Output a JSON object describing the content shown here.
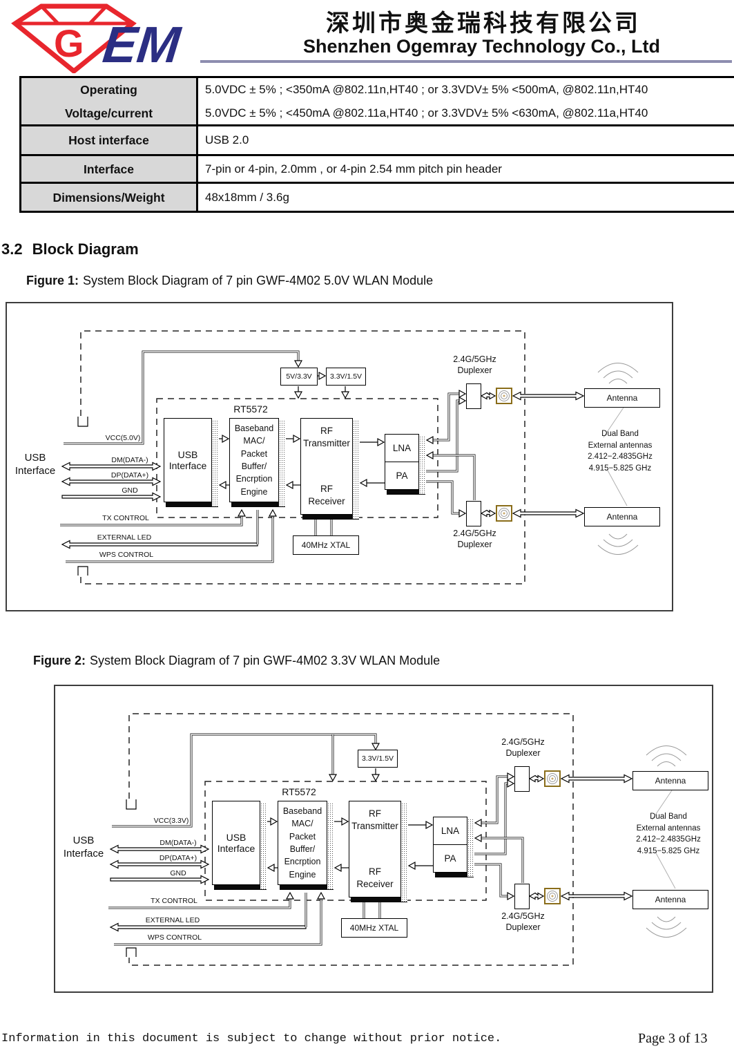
{
  "header": {
    "logo": {
      "gem_letter": "G",
      "brand": "EM"
    },
    "company_cn": "深圳市奥金瑞科技有限公司",
    "company_en": "Shenzhen Ogemray Technology Co., Ltd"
  },
  "spec_table": {
    "rows": [
      {
        "label_lines": [
          "Operating",
          "Voltage/current"
        ],
        "value_lines": [
          "5.0VDC ± 5% ; <350mA @802.11n,HT40 ; or 3.3VDV± 5% <500mA, @802.11n,HT40",
          "5.0VDC ± 5% ; <450mA @802.11a,HT40 ; or 3.3VDV± 5% <630mA, @802.11a,HT40"
        ]
      },
      {
        "label_lines": [
          "Host interface"
        ],
        "value_lines": [
          "USB 2.0"
        ]
      },
      {
        "label_lines": [
          "Interface"
        ],
        "value_lines": [
          "7-pin or 4-pin, 2.0mm , or 4-pin 2.54 mm pitch pin header"
        ]
      },
      {
        "label_lines": [
          "Dimensions/Weight"
        ],
        "value_lines": [
          "48x18mm / 3.6g"
        ]
      }
    ]
  },
  "section": {
    "number": "3.2",
    "title": "Block Diagram"
  },
  "figure1": {
    "caption_label": "Figure 1:",
    "caption_text": "System Block Diagram of 7 pin GWF-4M02 5.0V WLAN Module",
    "vcc_label": "VCC(5.0V)",
    "regulator1": "5V/3.3V",
    "regulator2": "3.3V/1.5V"
  },
  "figure2": {
    "caption_label": "Figure 2:",
    "caption_text": "System Block Diagram of 7 pin GWF-4M02 3.3V WLAN Module",
    "vcc_label": "VCC(3.3V)",
    "regulator2": "3.3V/1.5V"
  },
  "diagram": {
    "usb_interface_line1": "USB",
    "usb_interface_line2": "Interface",
    "signals": {
      "dm": "DM(DATA-)",
      "dp": "DP(DATA+)",
      "gnd": "GND",
      "tx": "TX CONTROL",
      "led": "EXTERNAL LED",
      "wps": "WPS CONTROL"
    },
    "chip_label": "RT5572",
    "usb_block_line1": "USB",
    "usb_block_line2": "Interface",
    "baseband_lines": [
      "Baseband",
      "MAC/",
      "Packet",
      "Buffer/",
      "Encrption",
      "Engine"
    ],
    "rf_tx_line1": "RF",
    "rf_tx_line2": "Transmitter",
    "rf_rx_line1": "RF",
    "rf_rx_line2": "Receiver",
    "lna": "LNA",
    "pa": "PA",
    "xtal": "40MHz XTAL",
    "duplexer_line1": "2.4G/5GHz",
    "duplexer_line2": "Duplexer",
    "antenna": "Antenna",
    "dual_band_lines": [
      "Dual Band",
      "External antennas",
      "2.412−2.4835GHz",
      "4.915−5.825 GHz"
    ],
    "connector_color": "#8a6d1a"
  },
  "footer": {
    "notice": "Information in this document is subject to change without prior notice.",
    "page": "Page 3 of 13"
  }
}
